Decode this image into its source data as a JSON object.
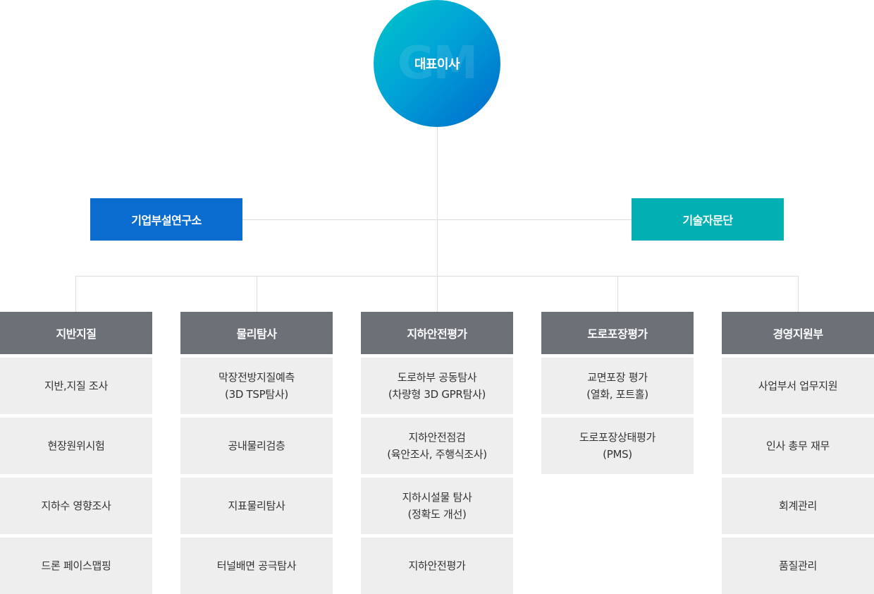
{
  "ceo": {
    "label": "대표이사",
    "watermark": "GM"
  },
  "side_units": [
    {
      "label": "기업부설연구소",
      "color": "#0b6ccf"
    },
    {
      "label": "기술자문단",
      "color": "#00b0b2"
    }
  ],
  "departments": [
    {
      "title": "지반지질",
      "items": [
        {
          "line1": "지반,지질 조사",
          "line2": ""
        },
        {
          "line1": "현장원위시험",
          "line2": ""
        },
        {
          "line1": "지하수 영향조사",
          "line2": ""
        },
        {
          "line1": "드론 페이스맵핑",
          "line2": ""
        }
      ]
    },
    {
      "title": "물리탐사",
      "items": [
        {
          "line1": "막장전방지질예측",
          "line2": "(3D TSP탐사)"
        },
        {
          "line1": "공내물리검층",
          "line2": ""
        },
        {
          "line1": "지표물리탐사",
          "line2": ""
        },
        {
          "line1": "터널배면 공극탐사",
          "line2": ""
        }
      ]
    },
    {
      "title": "지하안전평가",
      "items": [
        {
          "line1": "도로하부 공동탐사",
          "line2": "(차량형 3D GPR탐사)"
        },
        {
          "line1": "지하안전점검",
          "line2": "(육안조사, 주행식조사)"
        },
        {
          "line1": "지하시설물 탐사",
          "line2": "(정확도 개선)"
        },
        {
          "line1": "지하안전평가",
          "line2": ""
        }
      ]
    },
    {
      "title": "도로포장평가",
      "items": [
        {
          "line1": "교면포장 평가",
          "line2": "(열화, 포트홀)"
        },
        {
          "line1": "도로포장상태평가",
          "line2": "(PMS)"
        }
      ]
    },
    {
      "title": "경영지원부",
      "items": [
        {
          "line1": "사업부서 업무지원",
          "line2": ""
        },
        {
          "line1": "인사 총무 재무",
          "line2": ""
        },
        {
          "line1": "회계관리",
          "line2": ""
        },
        {
          "line1": "품질관리",
          "line2": ""
        }
      ]
    }
  ],
  "colors": {
    "ceo_gradient_start": "#00c7c9",
    "ceo_gradient_end": "#0068cc",
    "dept_header": "#6c7178",
    "dept_item_bg": "#eeeeee",
    "connector": "#dddddd"
  }
}
